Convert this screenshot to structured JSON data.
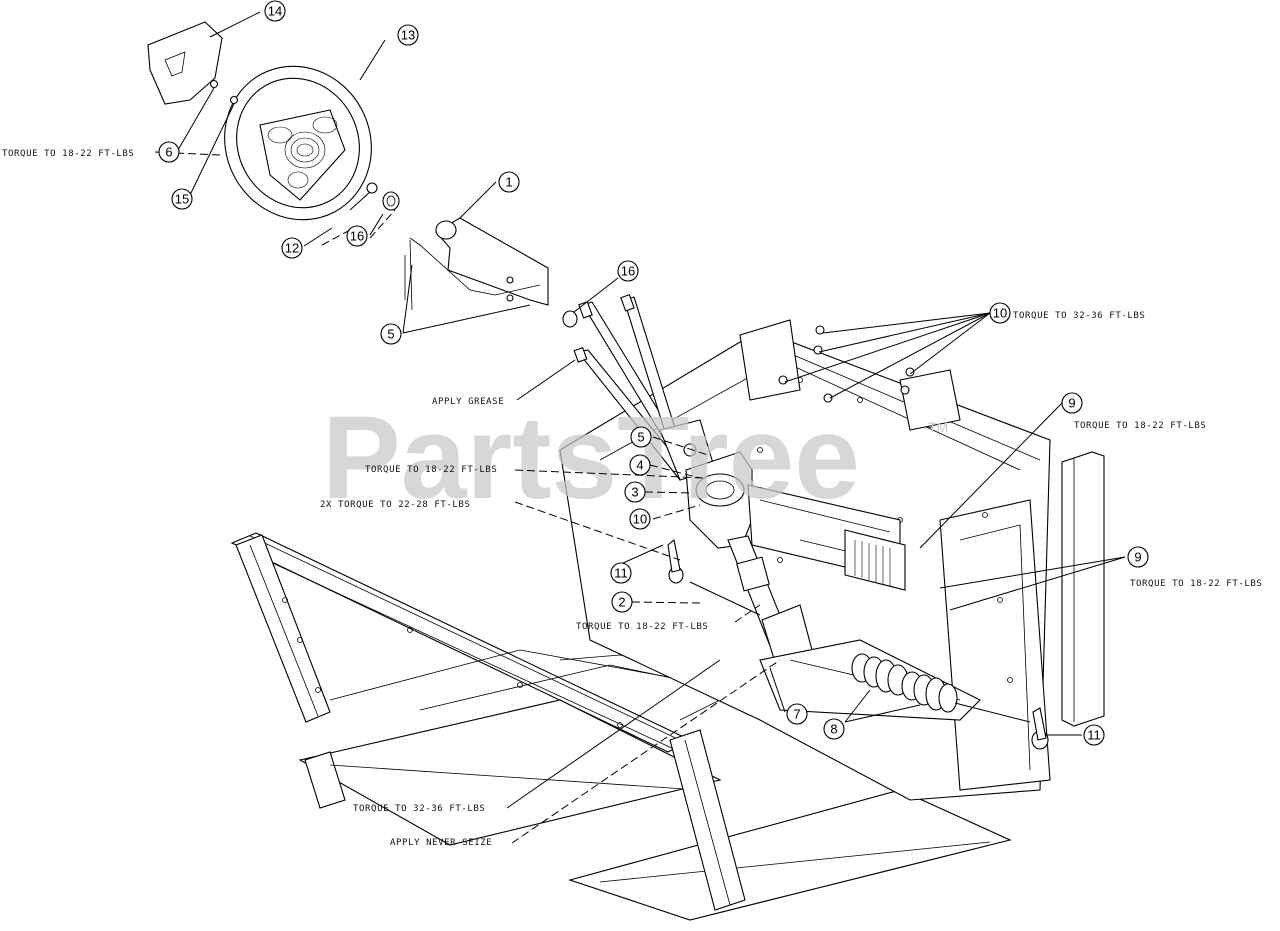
{
  "watermark": {
    "text": "PartsTree",
    "tm": "TM"
  },
  "annotations": [
    {
      "id": "torque-6",
      "text": "TORQUE TO 18-22 FT-LBS"
    },
    {
      "id": "torque-10-top",
      "text": "TORQUE TO 32-36 FT-LBS"
    },
    {
      "id": "apply-grease",
      "text": "APPLY GREASE"
    },
    {
      "id": "torque-9-top",
      "text": "TORQUE TO 18-22 FT-LBS"
    },
    {
      "id": "torque-4",
      "text": "TORQUE TO 18-22 FT-LBS"
    },
    {
      "id": "torque-2x",
      "text": "2X TORQUE TO 22-28 FT-LBS"
    },
    {
      "id": "torque-9-right",
      "text": "TORQUE TO 18-22 FT-LBS"
    },
    {
      "id": "torque-2",
      "text": "TORQUE TO 18-22 FT-LBS"
    },
    {
      "id": "torque-bottom",
      "text": "TORQUE TO 32-36 FT-LBS"
    },
    {
      "id": "apply-never-seize",
      "text": "APPLY NEVER SEIZE"
    }
  ],
  "callouts": [
    {
      "id": "c14",
      "num": "14"
    },
    {
      "id": "c13",
      "num": "13"
    },
    {
      "id": "c6",
      "num": "6"
    },
    {
      "id": "c15",
      "num": "15"
    },
    {
      "id": "c1",
      "num": "1"
    },
    {
      "id": "c12",
      "num": "12"
    },
    {
      "id": "c16a",
      "num": "16"
    },
    {
      "id": "c16b",
      "num": "16"
    },
    {
      "id": "c5a",
      "num": "5"
    },
    {
      "id": "c10a",
      "num": "10"
    },
    {
      "id": "c9a",
      "num": "9"
    },
    {
      "id": "c5b",
      "num": "5"
    },
    {
      "id": "c4",
      "num": "4"
    },
    {
      "id": "c3",
      "num": "3"
    },
    {
      "id": "c10b",
      "num": "10"
    },
    {
      "id": "c11a",
      "num": "11"
    },
    {
      "id": "c2",
      "num": "2"
    },
    {
      "id": "c9b",
      "num": "9"
    },
    {
      "id": "c7",
      "num": "7"
    },
    {
      "id": "c8",
      "num": "8"
    },
    {
      "id": "c11b",
      "num": "11"
    }
  ]
}
